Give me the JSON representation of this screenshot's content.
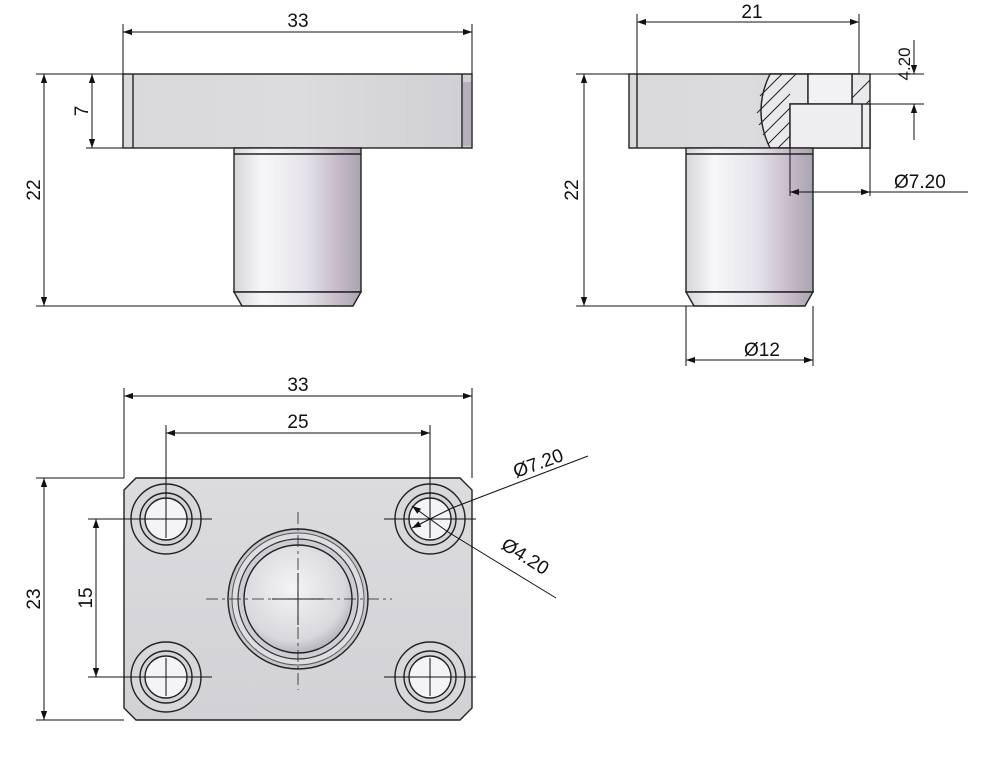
{
  "front_view": {
    "width": "33",
    "flange_thickness": "7",
    "height": "22"
  },
  "side_view": {
    "width": "21",
    "height": "22",
    "counterbore_depth": "4.20",
    "counterbore_dia": "Ø7.20",
    "shaft_dia": "Ø12"
  },
  "top_view": {
    "width": "33",
    "hole_spacing_x": "25",
    "height": "23",
    "hole_spacing_y": "15",
    "counterbore_dia": "Ø7.20",
    "hole_dia": "Ø4.20"
  }
}
